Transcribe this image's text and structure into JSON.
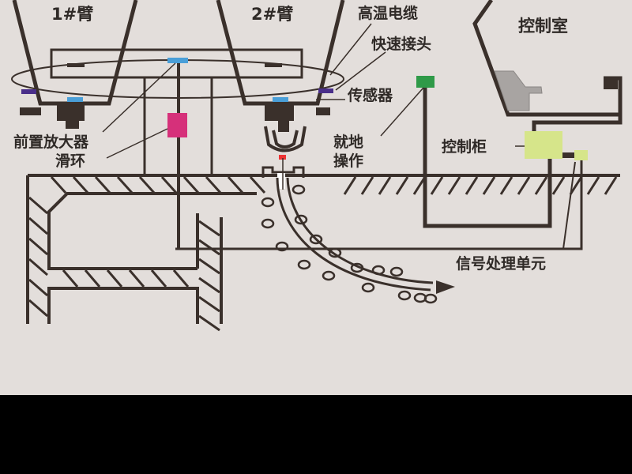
{
  "title": "连铸机二次冷却在线检测系统示意图",
  "labels": {
    "arm1": "1#臂",
    "arm2": "2#臂",
    "high_temp_cable": "高温电缆",
    "quick_connector": "快速接头",
    "sensor": "传感器",
    "preamplifier": "前置放大器",
    "slip_ring": "滑环",
    "local_op_line1": "就地",
    "local_op_line2": "操作",
    "control_cabinet": "控制柜",
    "control_room": "控制室",
    "signal_unit": "信号处理单元"
  },
  "colors": {
    "background": "#e3dedb",
    "line": "#3a302b",
    "connector": "#4a9fd8",
    "sensor": "#4a2f8a",
    "slip_ring": "#d6307a",
    "local_op": "#2f9a48",
    "cabinet": "#d6e58a",
    "seat": "#a8a4a2"
  }
}
